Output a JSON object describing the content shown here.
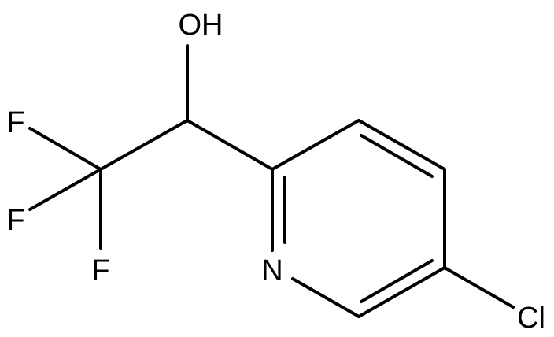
{
  "structure": {
    "atoms": {
      "hydroxyl": "OH",
      "fluorine_1": "F",
      "fluorine_2": "F",
      "fluorine_3": "F",
      "ring_nitrogen": "N",
      "chlorine": "Cl"
    },
    "line_color": "#000000",
    "background": "#ffffff"
  }
}
